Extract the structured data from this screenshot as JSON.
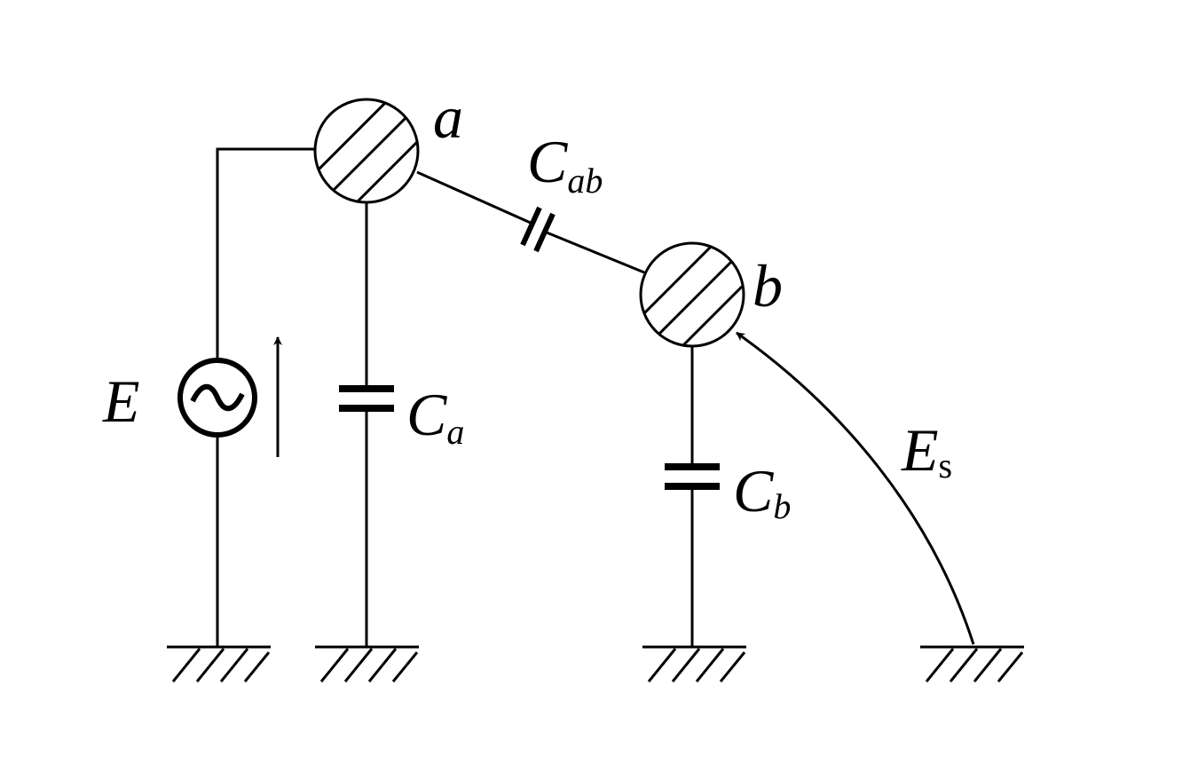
{
  "labels": {
    "node_a": "a",
    "node_b": "b",
    "source": "E",
    "cap_a_main": "C",
    "cap_a_sub": "a",
    "cap_b_main": "C",
    "cap_b_sub": "b",
    "cap_ab_main": "C",
    "cap_ab_sub": "ab",
    "field_main": "E",
    "field_sub": "s"
  },
  "colors": {
    "stroke": "#000000",
    "background": "#ffffff"
  }
}
